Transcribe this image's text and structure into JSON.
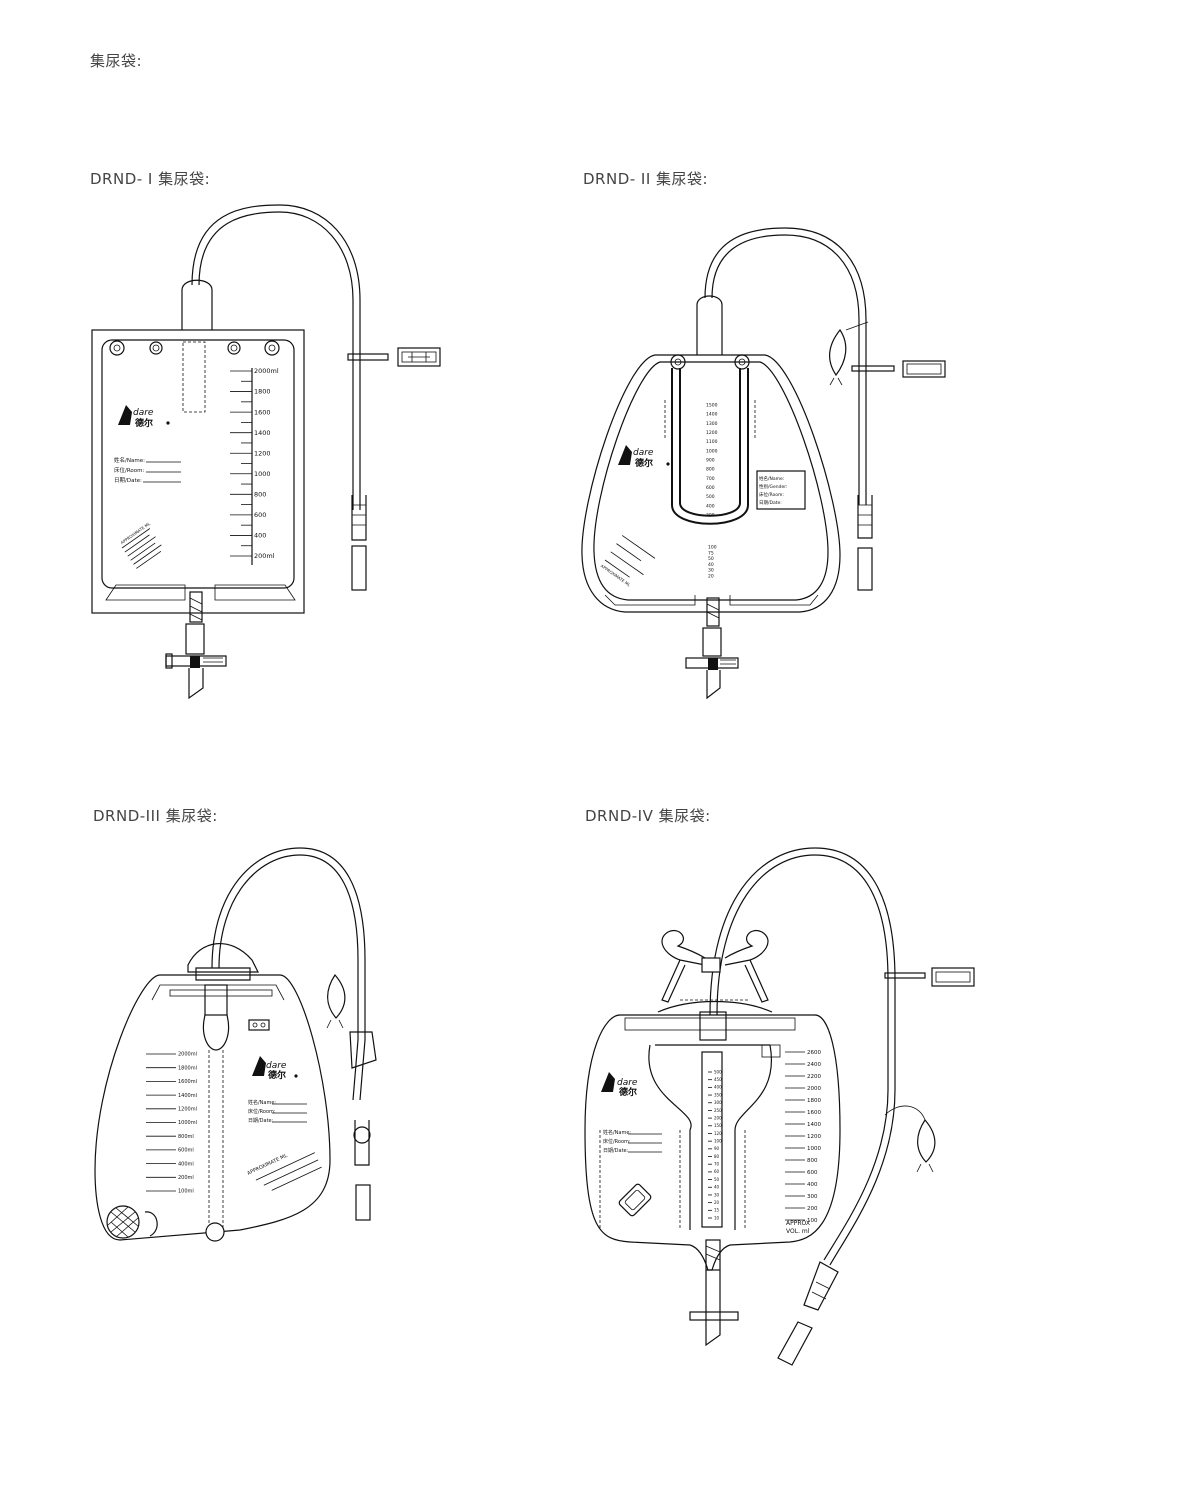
{
  "page": {
    "title": "集尿袋:"
  },
  "products": [
    {
      "heading": "DRND- I 集尿袋:",
      "brand": "dare",
      "brand_cn": "德尔",
      "form": [
        "姓名/Name:",
        "床位/Room:",
        "日期/Date:"
      ],
      "scale": [
        "2000ml",
        "1800",
        "1600",
        "1400",
        "1200",
        "1000",
        "800",
        "600",
        "400",
        "200ml"
      ]
    },
    {
      "heading": "DRND- II 集尿袋:",
      "brand": "dare",
      "brand_cn": "德尔",
      "form": [
        "姓名/Name:",
        "性别/Gender:",
        "床位/Room:",
        "日期/Date:"
      ],
      "scale": [
        "1500",
        "1400",
        "1300",
        "1200",
        "1100",
        "1000",
        "900",
        "800",
        "700",
        "600",
        "500",
        "400",
        "300"
      ],
      "scale_low": [
        "100",
        "75",
        "50",
        "40",
        "30",
        "20"
      ],
      "approx": "APPROXIMATE ML"
    },
    {
      "heading": "DRND-III 集尿袋:",
      "brand": "dare",
      "brand_cn": "德尔",
      "form": [
        "姓名/Name:",
        "床位/Room:",
        "日期/Date:"
      ],
      "scale": [
        "2000ml",
        "1800ml",
        "1600ml",
        "1400ml",
        "1200ml",
        "1000ml",
        "800ml",
        "600ml",
        "400ml",
        "200ml",
        "100ml"
      ],
      "approx": "APPROXIMATE ML"
    },
    {
      "heading": "DRND-IV 集尿袋:",
      "brand": "dare",
      "brand_cn": "德尔",
      "form": [
        "姓名/Name:",
        "床位/Room:",
        "日期/Date:"
      ],
      "scale": [
        "2600",
        "2400",
        "2200",
        "2000",
        "1800",
        "1600",
        "1400",
        "1200",
        "1000",
        "800",
        "600",
        "400",
        "300",
        "200",
        "100"
      ],
      "inner_scale": [
        "500",
        "450",
        "400",
        "350",
        "300",
        "250",
        "200",
        "150",
        "120",
        "100",
        "90",
        "80",
        "70",
        "60",
        "50",
        "40",
        "30",
        "20",
        "15",
        "10"
      ],
      "approx": [
        "APPROX",
        "VOL. ml"
      ]
    }
  ]
}
